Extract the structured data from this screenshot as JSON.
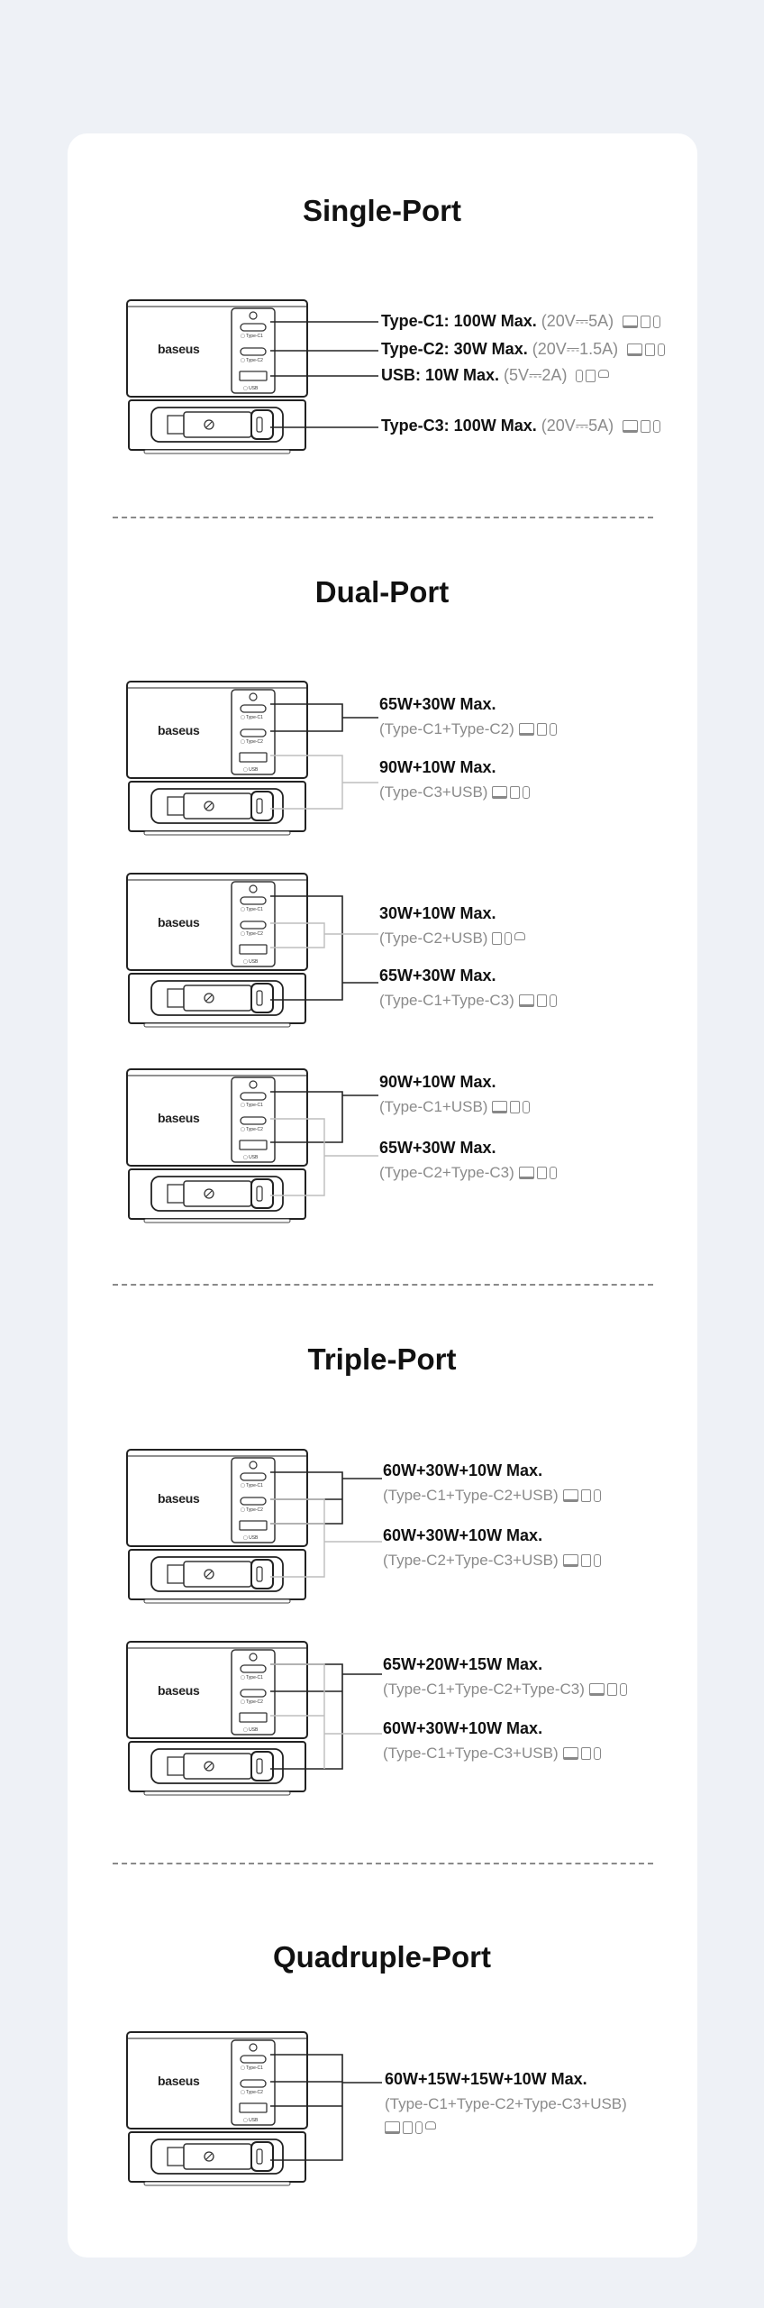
{
  "sections": {
    "single": {
      "title": "Single-Port"
    },
    "dual": {
      "title": "Dual-Port"
    },
    "triple": {
      "title": "Triple-Port"
    },
    "quadruple": {
      "title": "Quadruple-Port"
    }
  },
  "device": {
    "brand": "baseus",
    "port_c1_label": "Type-C1",
    "port_c2_label": "Type-C2",
    "port_usb_label": "USB"
  },
  "single_port": {
    "c1": {
      "bold": "Type-C1: 100W Max.",
      "spec": "(20V⎓5A)",
      "icons": [
        "laptop-icon",
        "tablet-icon",
        "phone-icon"
      ]
    },
    "c2": {
      "bold": "Type-C2: 30W Max.",
      "spec": "(20V⎓1.5A)",
      "icons": [
        "laptop-icon",
        "tablet-icon",
        "phone-icon"
      ]
    },
    "usb": {
      "bold": "USB: 10W Max.",
      "spec": "(5V⎓2A)",
      "icons": [
        "phone-icon",
        "tablet-icon",
        "earbuds-icon"
      ]
    },
    "c3": {
      "bold": "Type-C3: 100W Max.",
      "spec": "(20V⎓5A)",
      "icons": [
        "laptop-icon",
        "tablet-icon",
        "phone-icon"
      ]
    }
  },
  "dual_port": [
    {
      "top": {
        "title": "65W+30W Max.",
        "sub": "(Type-C1+Type-C2)",
        "icons": [
          "laptop-icon",
          "tablet-icon",
          "phone-icon"
        ]
      },
      "bottom": {
        "title": "90W+10W Max.",
        "sub": "(Type-C3+USB)",
        "icons": [
          "laptop-icon",
          "tablet-icon",
          "phone-icon"
        ]
      }
    },
    {
      "top": {
        "title": "30W+10W Max.",
        "sub": "(Type-C2+USB)",
        "icons": [
          "tablet-icon",
          "phone-icon",
          "earbuds-icon"
        ]
      },
      "bottom": {
        "title": "65W+30W Max.",
        "sub": "(Type-C1+Type-C3)",
        "icons": [
          "laptop-icon",
          "tablet-icon",
          "phone-icon"
        ]
      }
    },
    {
      "top": {
        "title": "90W+10W Max.",
        "sub": "(Type-C1+USB)",
        "icons": [
          "laptop-icon",
          "tablet-icon",
          "phone-icon"
        ]
      },
      "bottom": {
        "title": "65W+30W Max.",
        "sub": "(Type-C2+Type-C3)",
        "icons": [
          "laptop-icon",
          "tablet-icon",
          "phone-icon"
        ]
      }
    }
  ],
  "triple_port": [
    {
      "top": {
        "title": "60W+30W+10W Max.",
        "sub": "(Type-C1+Type-C2+USB)",
        "icons": [
          "laptop-icon",
          "tablet-icon",
          "phone-icon"
        ]
      },
      "bottom": {
        "title": "60W+30W+10W Max.",
        "sub": "(Type-C2+Type-C3+USB)",
        "icons": [
          "laptop-icon",
          "tablet-icon",
          "phone-icon"
        ]
      }
    },
    {
      "top": {
        "title": "65W+20W+15W Max.",
        "sub": "(Type-C1+Type-C2+Type-C3)",
        "icons": [
          "laptop-icon",
          "tablet-icon",
          "phone-icon"
        ]
      },
      "bottom": {
        "title": "60W+30W+10W Max.",
        "sub": "(Type-C1+Type-C3+USB)",
        "icons": [
          "laptop-icon",
          "tablet-icon",
          "phone-icon"
        ]
      }
    }
  ],
  "quadruple_port": {
    "title": "60W+15W+15W+10W Max.",
    "sub": "(Type-C1+Type-C2+Type-C3+USB)",
    "icons": [
      "laptop-icon",
      "tablet-icon",
      "phone-icon",
      "earbuds-icon"
    ]
  }
}
